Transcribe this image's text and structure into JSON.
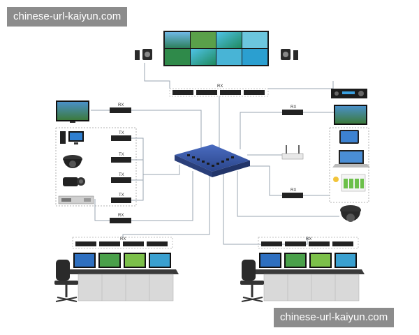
{
  "watermark_top": "chinese-url-kaiyun.com",
  "watermark_bottom": "chinese-url-kaiyun.com",
  "unit_labels": {
    "rx": "RX",
    "tx": "TX"
  },
  "colors": {
    "switch": "#3b5aa6",
    "link": "#9aa4b0",
    "device": "#222222",
    "desk": "#d9d9d9"
  }
}
